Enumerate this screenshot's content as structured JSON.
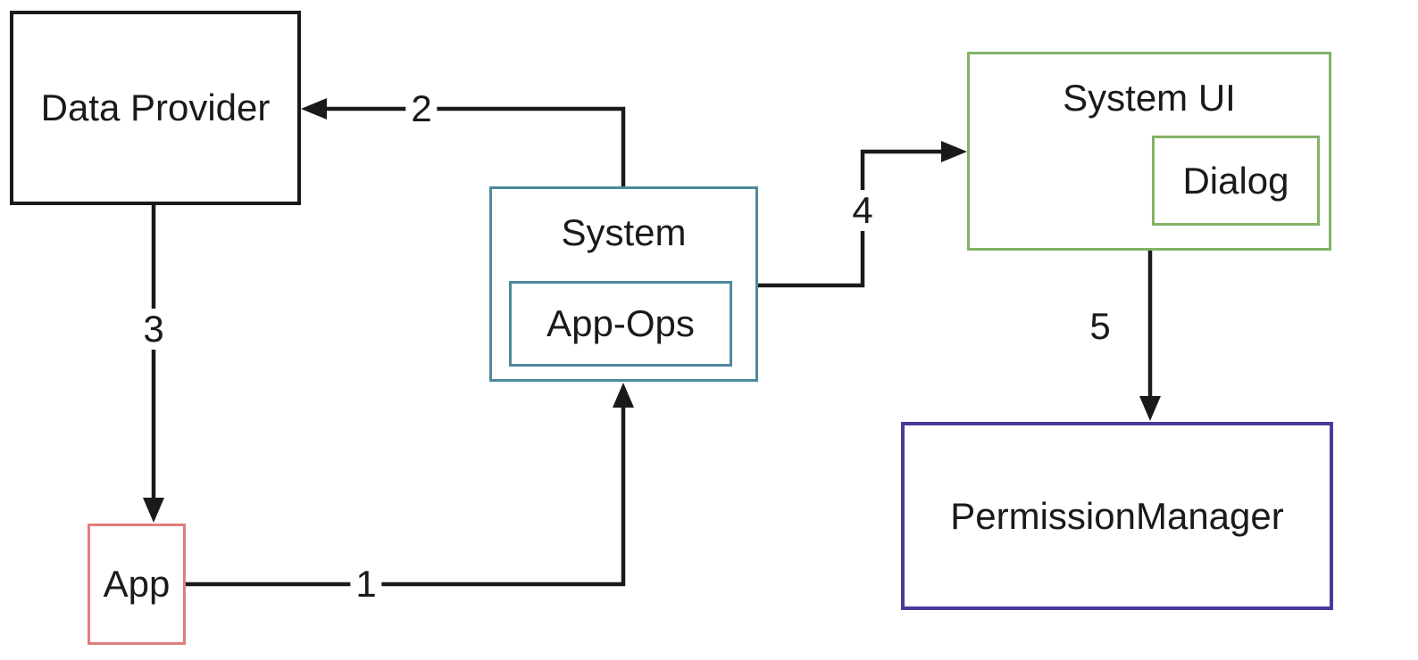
{
  "diagram": {
    "background": "#ffffff",
    "arrow_color": "#1a1a1a",
    "nodes": {
      "data_provider": {
        "label": "Data Provider",
        "border_color": "#1a1a1a"
      },
      "app": {
        "label": "App",
        "border_color": "#e07d7d"
      },
      "system": {
        "label": "System",
        "border_color": "#4e8a9a"
      },
      "app_ops": {
        "label": "App-Ops",
        "border_color": "#4e8a9a",
        "parent": "system"
      },
      "system_ui": {
        "label": "System UI",
        "border_color": "#82b366"
      },
      "dialog": {
        "label": "Dialog",
        "border_color": "#82b366",
        "parent": "system_ui"
      },
      "permission_manager": {
        "label": "PermissionManager",
        "border_color": "#463c9b"
      }
    },
    "edges": [
      {
        "label": "1",
        "from": "app",
        "to": "system"
      },
      {
        "label": "2",
        "from": "system",
        "to": "data_provider"
      },
      {
        "label": "3",
        "from": "data_provider",
        "to": "app"
      },
      {
        "label": "4",
        "from": "system",
        "to": "system_ui"
      },
      {
        "label": "5",
        "from": "system_ui",
        "to": "permission_manager"
      }
    ]
  }
}
